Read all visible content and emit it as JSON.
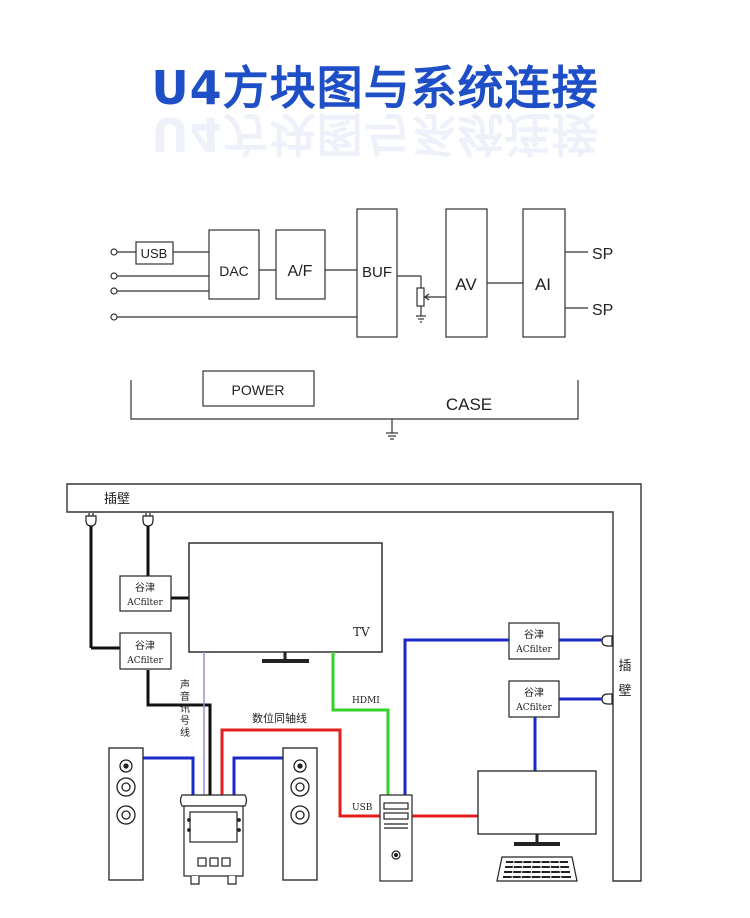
{
  "title": "U4方块图与系统连接",
  "block_diagram": {
    "blocks": {
      "usb": "USB",
      "dac": "DAC",
      "af": "A/F",
      "buf": "BUF",
      "av": "AV",
      "ai": "AI",
      "power": "POWER"
    },
    "outputs": [
      "SP",
      "SP"
    ],
    "case_label": "CASE"
  },
  "system_diagram": {
    "wall_socket_top": "插壁",
    "wall_socket_right": [
      "插",
      "壁"
    ],
    "filter_brand": "谷津",
    "filter_model": "ACfilter",
    "tv_label": "TV",
    "hdmi_label": "HDMI",
    "usb_label": "USB",
    "coax_label": "数位同轴线",
    "audio_cable_label": [
      "声",
      "音",
      "讯",
      "号",
      "线"
    ]
  },
  "colors": {
    "title": "#1f4fc7",
    "cable_blue": "#1d28c8",
    "cable_red": "#e3201f",
    "cable_green": "#35d22a",
    "cable_purple": "#9b8fd9",
    "cable_black": "#111111"
  }
}
